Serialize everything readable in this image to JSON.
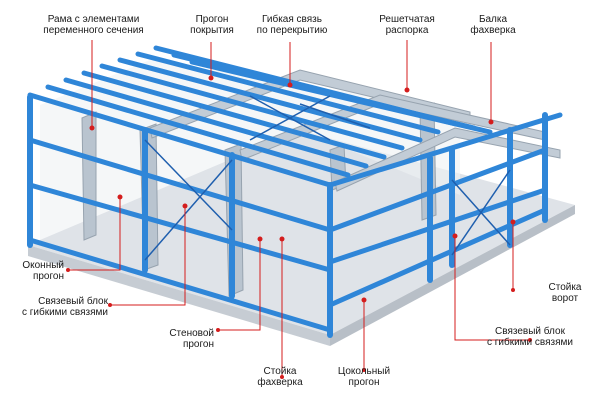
{
  "labels": {
    "frame_variable_section": "Рама с элементами\nпеременного сечения",
    "roof_purlin": "Прогон\nпокрытия",
    "flexible_roof_bracing": "Гибкая связь\nпо перекрытию",
    "lattice_strut": "Решетчатая\nраспорка",
    "gable_beam": "Балка\nфахверка",
    "window_girt": "Оконный\nпрогон",
    "bracing_block_left": "Связевый блок\nс гибкими связями",
    "wall_girt": "Стеновой\nпрогон",
    "gable_column": "Стойка\nфахверка",
    "base_girt": "Цокольный\nпрогон",
    "bracing_block_right": "Связевый блок\nс гибкими связями",
    "gate_column": "Стойка\nворот"
  },
  "colors": {
    "steel_blue": "#2f86d8",
    "steel_dark": "#1f5fae",
    "frame_gray": "#b9c4cf",
    "frame_gray_dark": "#97a3af",
    "floor": "#d9dde2",
    "callout": "#d41d1d"
  }
}
